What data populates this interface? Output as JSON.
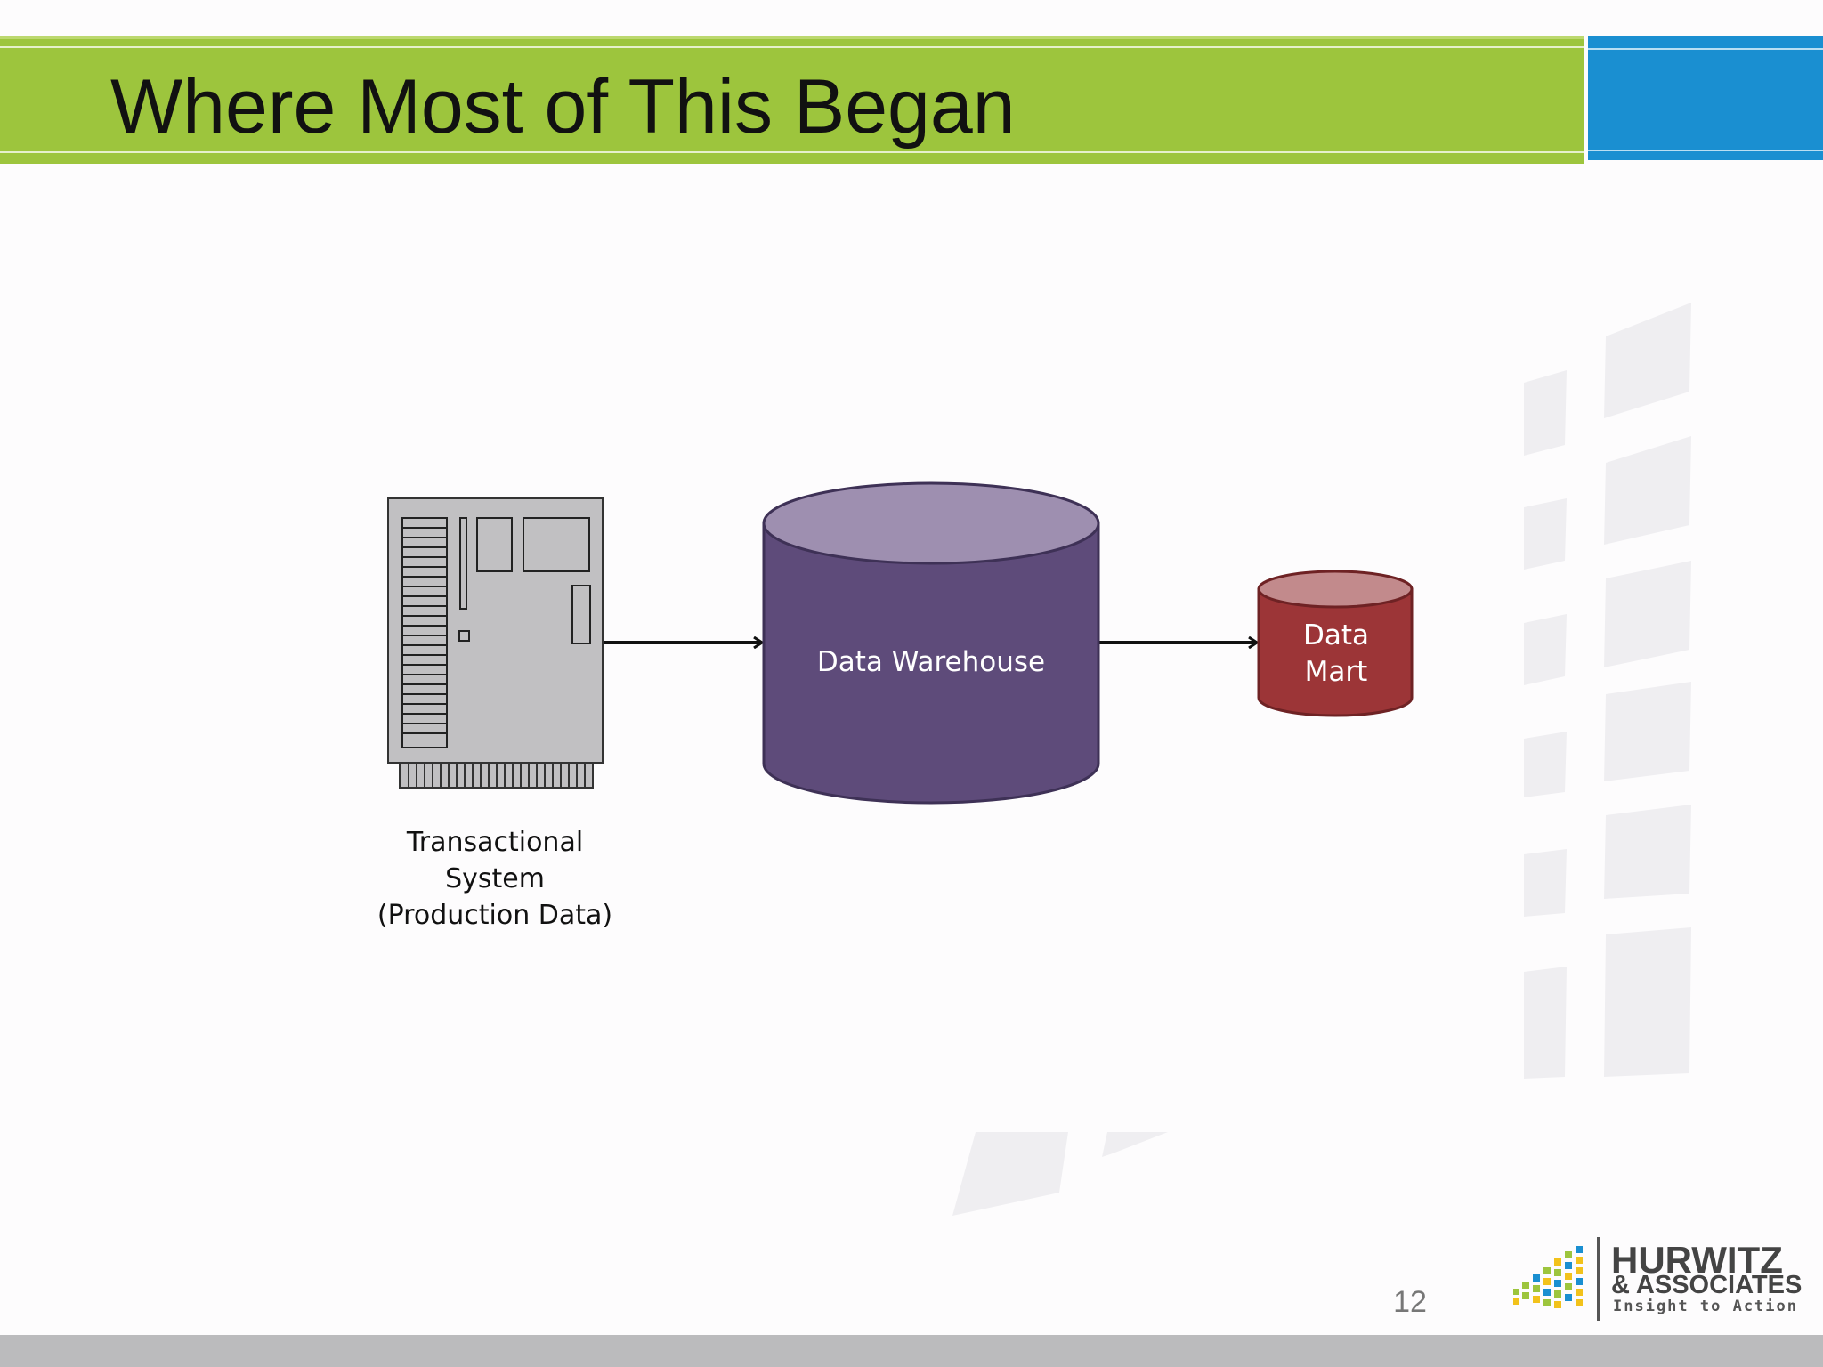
{
  "slide": {
    "title": "Where Most of This Began",
    "page_number": "12"
  },
  "diagram": {
    "nodes": [
      {
        "id": "transactional",
        "label_lines": [
          "Transactional",
          "System",
          "(Production Data)"
        ],
        "icon": "server-board-icon"
      },
      {
        "id": "data_warehouse",
        "label": "Data Warehouse",
        "shape": "cylinder",
        "color": "#5e4b7a"
      },
      {
        "id": "data_mart",
        "label_lines": [
          "Data",
          "Mart"
        ],
        "shape": "cylinder",
        "color": "#9c3537"
      }
    ],
    "edges": [
      {
        "from": "transactional",
        "to": "data_warehouse"
      },
      {
        "from": "data_warehouse",
        "to": "data_mart"
      }
    ]
  },
  "logo": {
    "name": "HURWITZ",
    "sub": "& ASSOCIATES",
    "tagline": "Insight to Action"
  },
  "colors": {
    "header_green": "#9dc53d",
    "header_blue": "#1a8fd1",
    "warehouse_purple": "#5e4b7a",
    "mart_red": "#9c3537",
    "footer_gray": "#bbbbbd"
  }
}
